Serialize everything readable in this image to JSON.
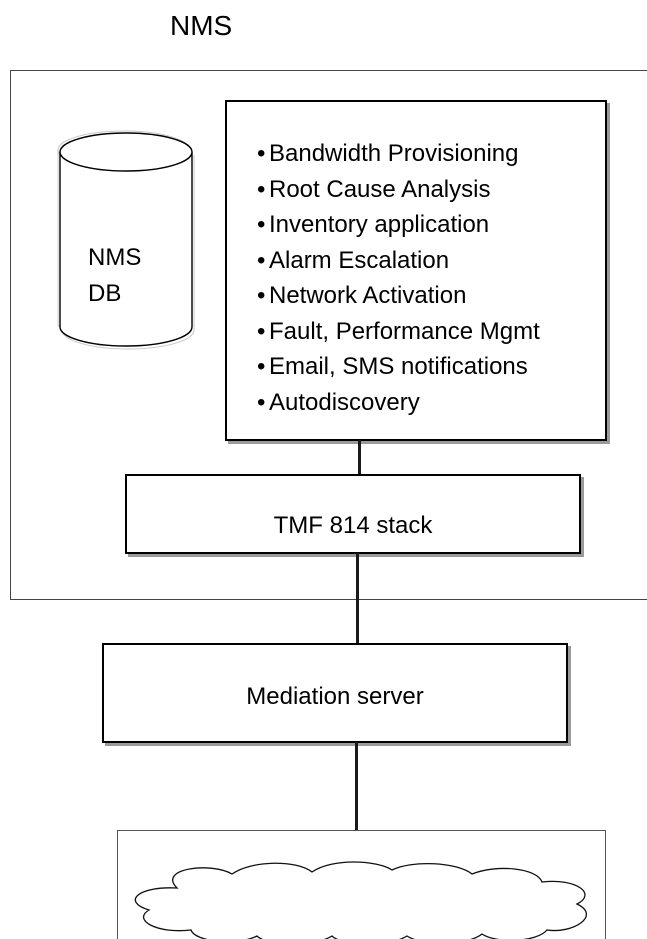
{
  "diagram": {
    "title": "NMS",
    "database": {
      "line1": "NMS",
      "line2": "DB"
    },
    "features": [
      "Bandwidth Provisioning",
      "Root Cause Analysis",
      "Inventory application",
      "Alarm Escalation",
      "Network Activation",
      "Fault, Performance Mgmt",
      "Email, SMS notifications",
      "Autodiscovery"
    ],
    "bullet": "•",
    "stack_label": "TMF 814 stack",
    "mediation_label": "Mediation server",
    "network_icon": "cloud-icon",
    "database_icon": "database-cylinder-icon"
  }
}
